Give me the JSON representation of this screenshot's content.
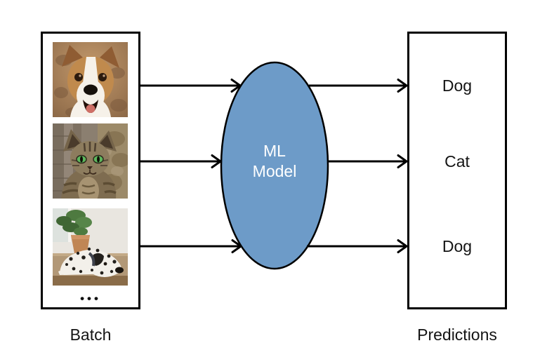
{
  "batch": {
    "label": "Batch",
    "ellipsis": "•••",
    "photos": [
      {
        "name": "jack-russell-dog-photo"
      },
      {
        "name": "tabby-cat-photo"
      },
      {
        "name": "dalmatian-dog-photo"
      }
    ]
  },
  "model": {
    "label": "ML Model",
    "fill": "#6D9BC8",
    "text_color": "#FFFFFF"
  },
  "predictions": {
    "label": "Predictions",
    "items": [
      "Dog",
      "Cat",
      "Dog"
    ]
  },
  "colors": {
    "background": "#FFFFFF",
    "stroke": "#000000",
    "label_text": "#141414"
  }
}
